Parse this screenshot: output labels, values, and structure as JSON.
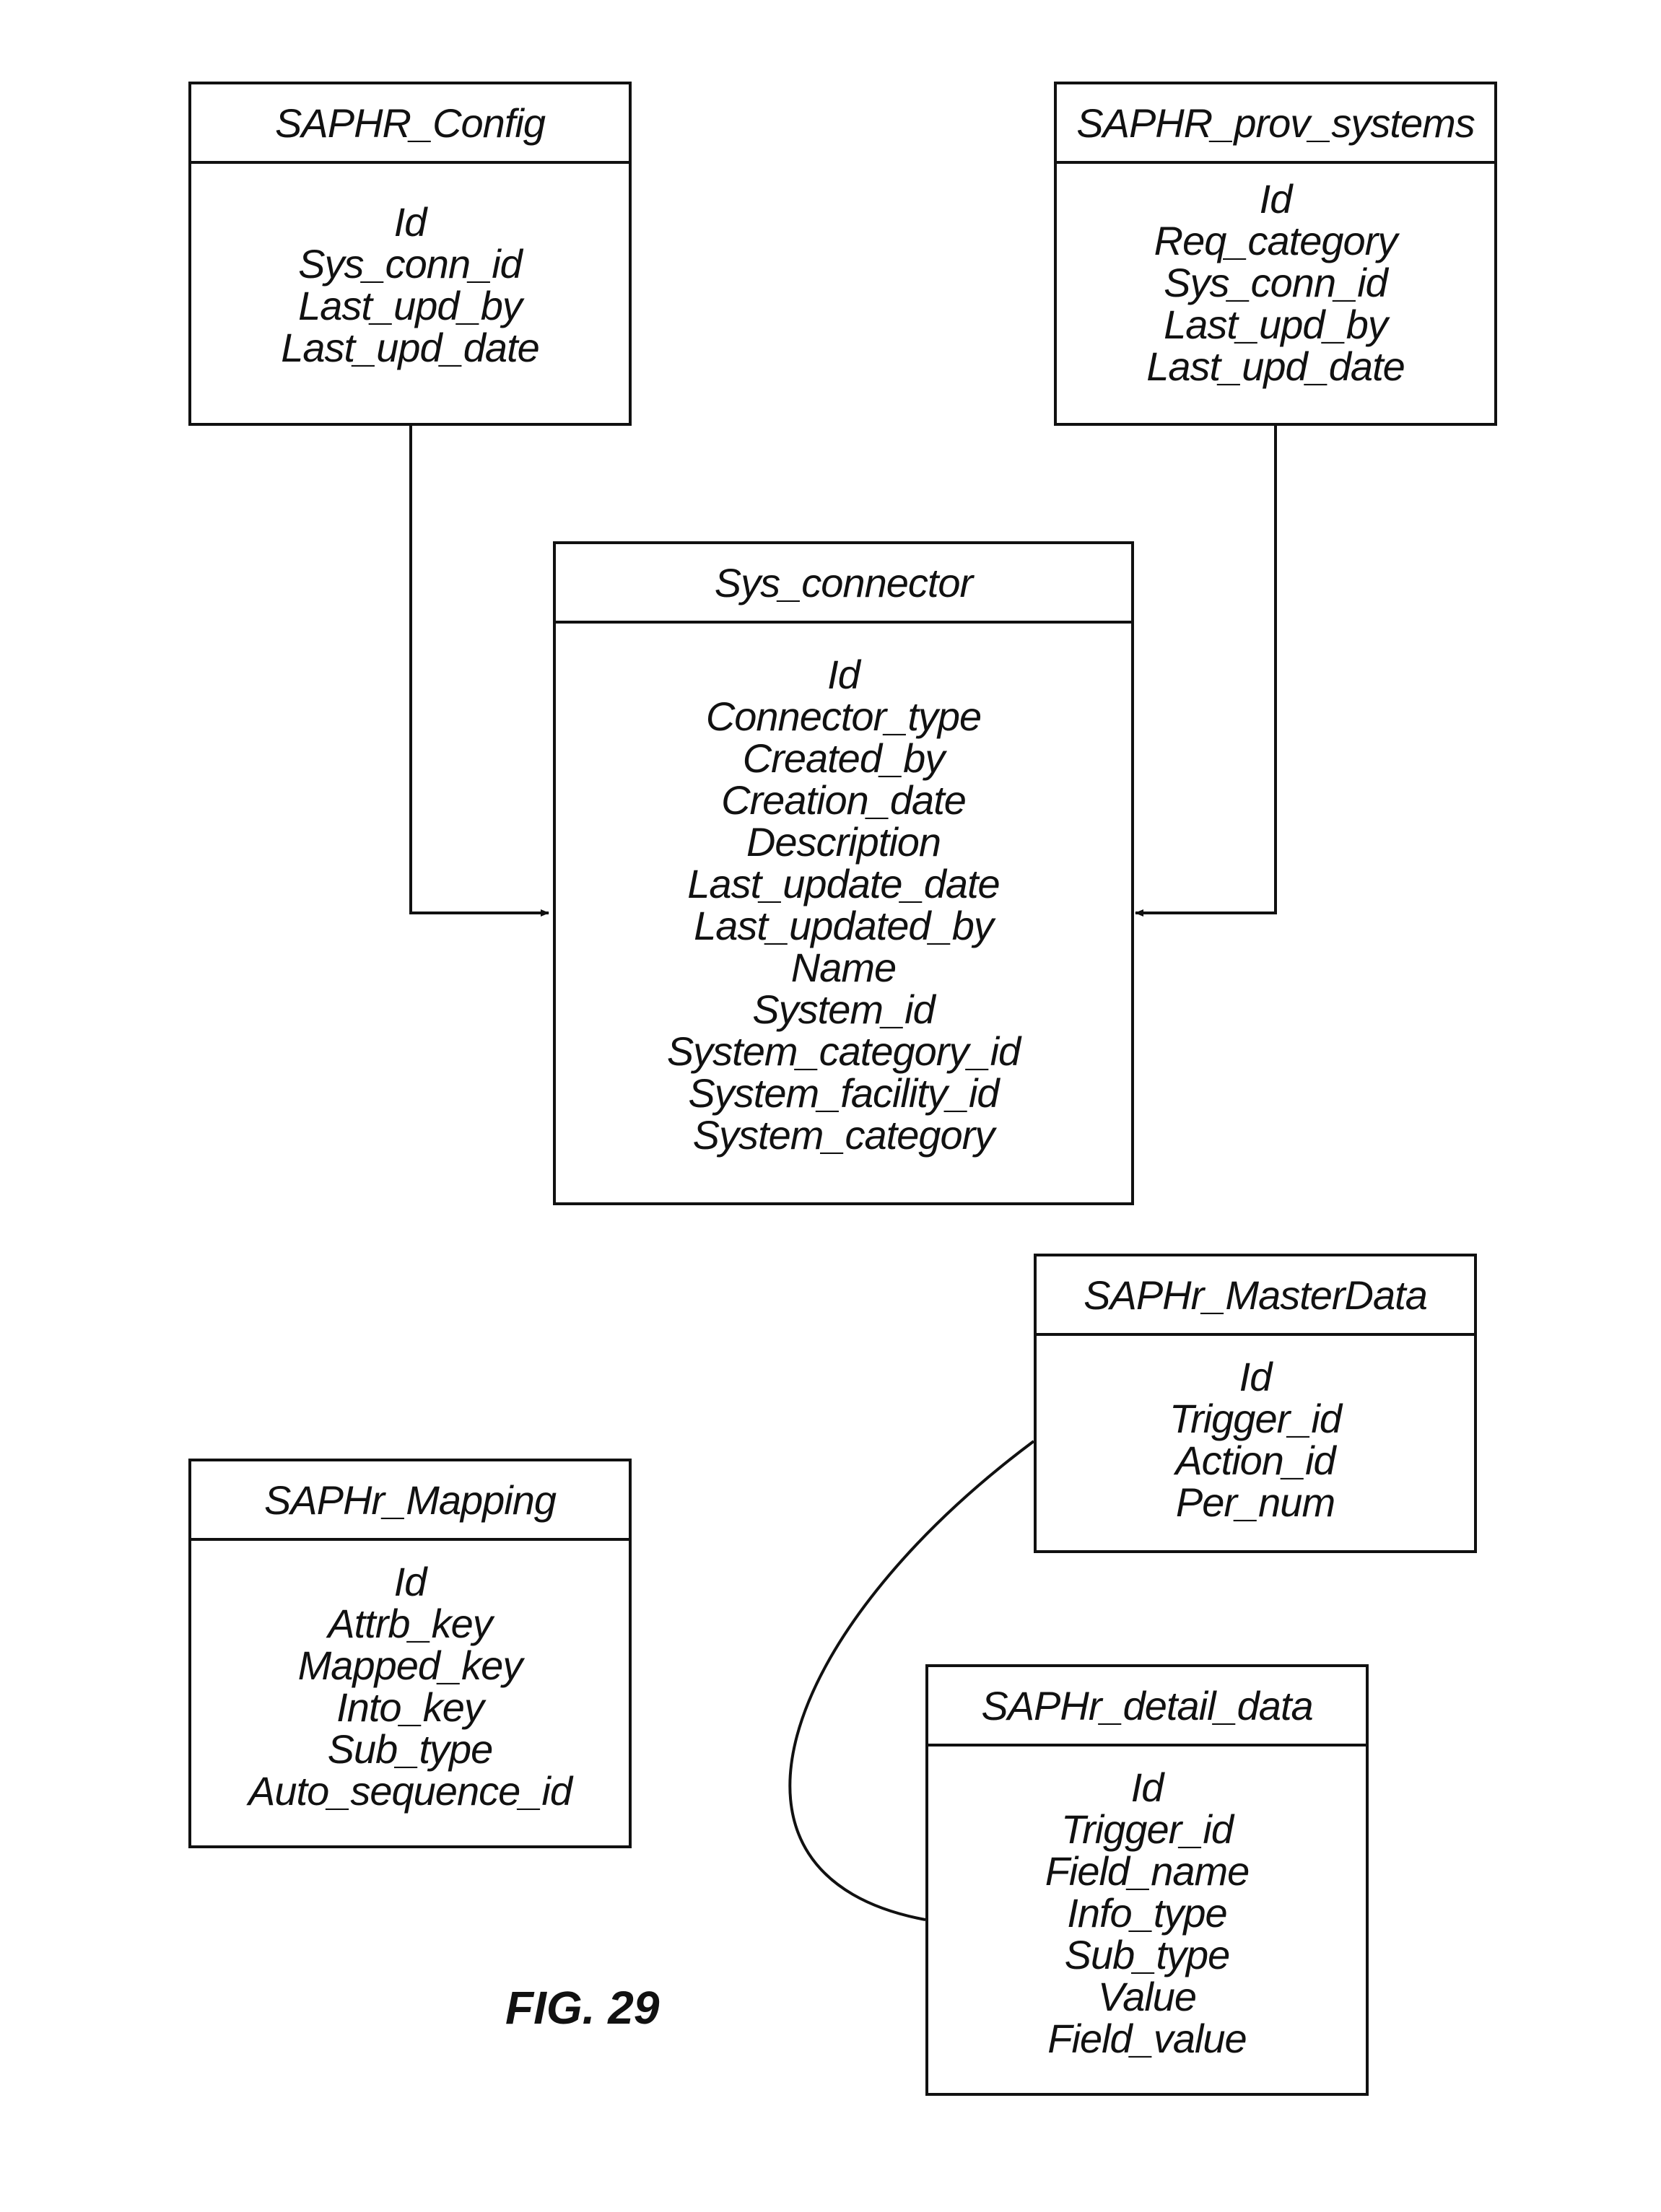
{
  "figure_label": "FIG. 29",
  "entities": {
    "saphr_config": {
      "title": "SAPHR_Config",
      "fields": [
        "Id",
        "Sys_conn_id",
        "Last_upd_by",
        "Last_upd_date"
      ]
    },
    "saphr_prov_systems": {
      "title": "SAPHR_prov_systems",
      "fields": [
        "Id",
        "Req_category",
        "Sys_conn_id",
        "Last_upd_by",
        "Last_upd_date"
      ]
    },
    "sys_connector": {
      "title": "Sys_connector",
      "fields": [
        "Id",
        "Connector_type",
        "Created_by",
        "Creation_date",
        "Description",
        "Last_update_date",
        "Last_updated_by",
        "Name",
        "System_id",
        "System_category_id",
        "System_facility_id",
        "System_category"
      ]
    },
    "saphr_masterdata": {
      "title": "SAPHr_MasterData",
      "fields": [
        "Id",
        "Trigger_id",
        "Action_id",
        "Per_num"
      ]
    },
    "saphr_mapping": {
      "title": "SAPHr_Mapping",
      "fields": [
        "Id",
        "Attrb_key",
        "Mapped_key",
        "Into_key",
        "Sub_type",
        "Auto_sequence_id"
      ]
    },
    "saphr_detail_data": {
      "title": "SAPHr_detail_data",
      "fields": [
        "Id",
        "Trigger_id",
        "Field_name",
        "Info_type",
        "Sub_type",
        "Value",
        "Field_value"
      ]
    }
  },
  "relations": [
    {
      "from": "saphr_config",
      "to": "sys_connector",
      "style": "arrow"
    },
    {
      "from": "saphr_prov_systems",
      "to": "sys_connector",
      "style": "arrow"
    },
    {
      "from": "saphr_masterdata",
      "to": "saphr_detail_data",
      "style": "curve"
    }
  ]
}
